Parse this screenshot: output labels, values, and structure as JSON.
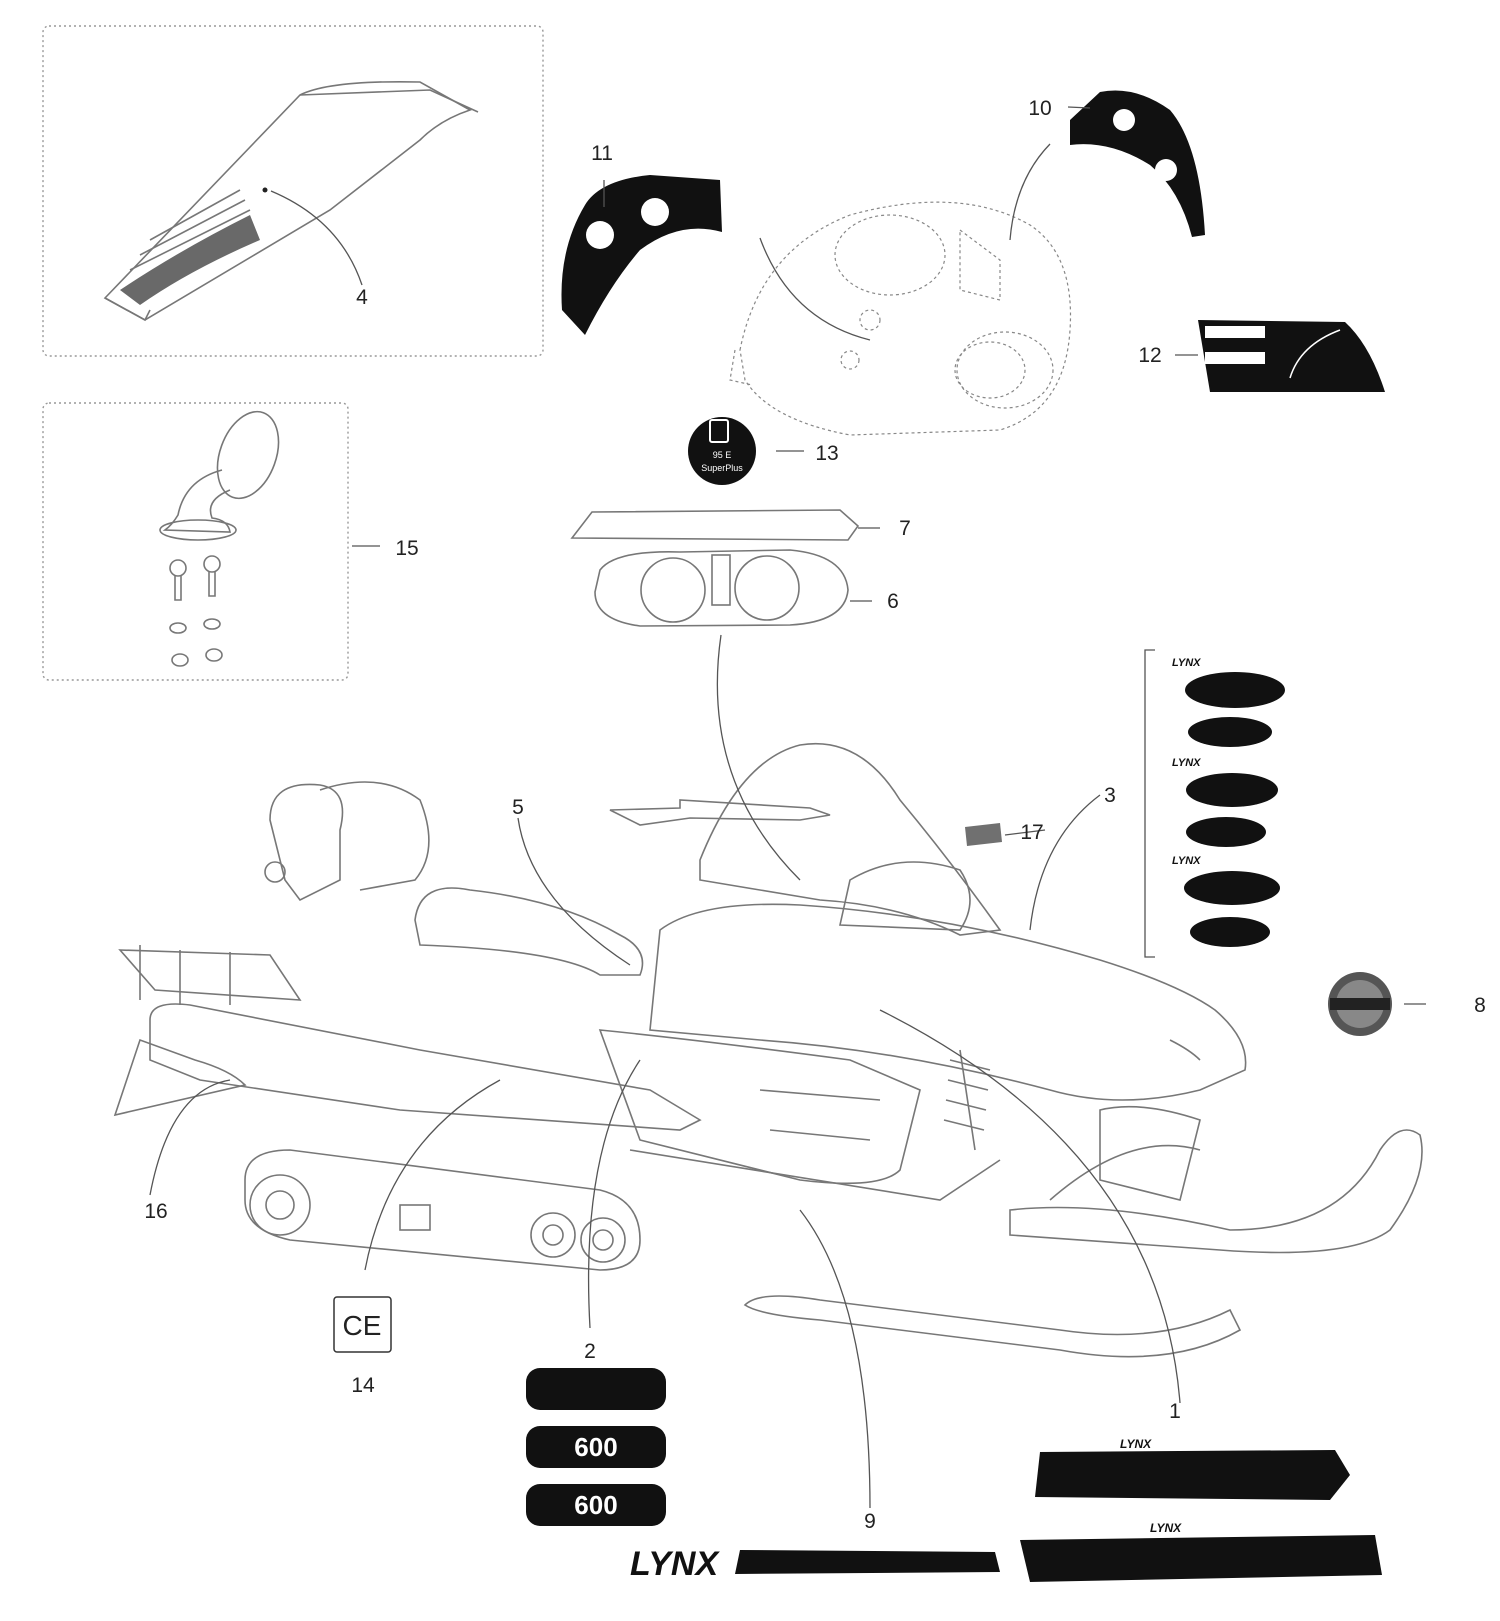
{
  "callouts": [
    {
      "id": "1",
      "label": "1"
    },
    {
      "id": "2",
      "label": "2"
    },
    {
      "id": "3",
      "label": "3"
    },
    {
      "id": "4",
      "label": "4"
    },
    {
      "id": "5",
      "label": "5"
    },
    {
      "id": "6",
      "label": "6"
    },
    {
      "id": "7",
      "label": "7"
    },
    {
      "id": "8",
      "label": "8"
    },
    {
      "id": "9",
      "label": "9"
    },
    {
      "id": "10",
      "label": "10"
    },
    {
      "id": "11",
      "label": "11"
    },
    {
      "id": "12",
      "label": "12"
    },
    {
      "id": "13",
      "label": "13"
    },
    {
      "id": "14",
      "label": "14"
    },
    {
      "id": "15",
      "label": "15"
    },
    {
      "id": "16",
      "label": "16"
    },
    {
      "id": "17",
      "label": "17"
    }
  ],
  "decals": {
    "fuel_octane": "95 E",
    "fuel_grade": "SuperPlus",
    "warning_title_1": "WARNING",
    "warning_title_2": "WARNING",
    "ce_mark": "CE",
    "brand": "LYNX",
    "model_number": "600"
  }
}
